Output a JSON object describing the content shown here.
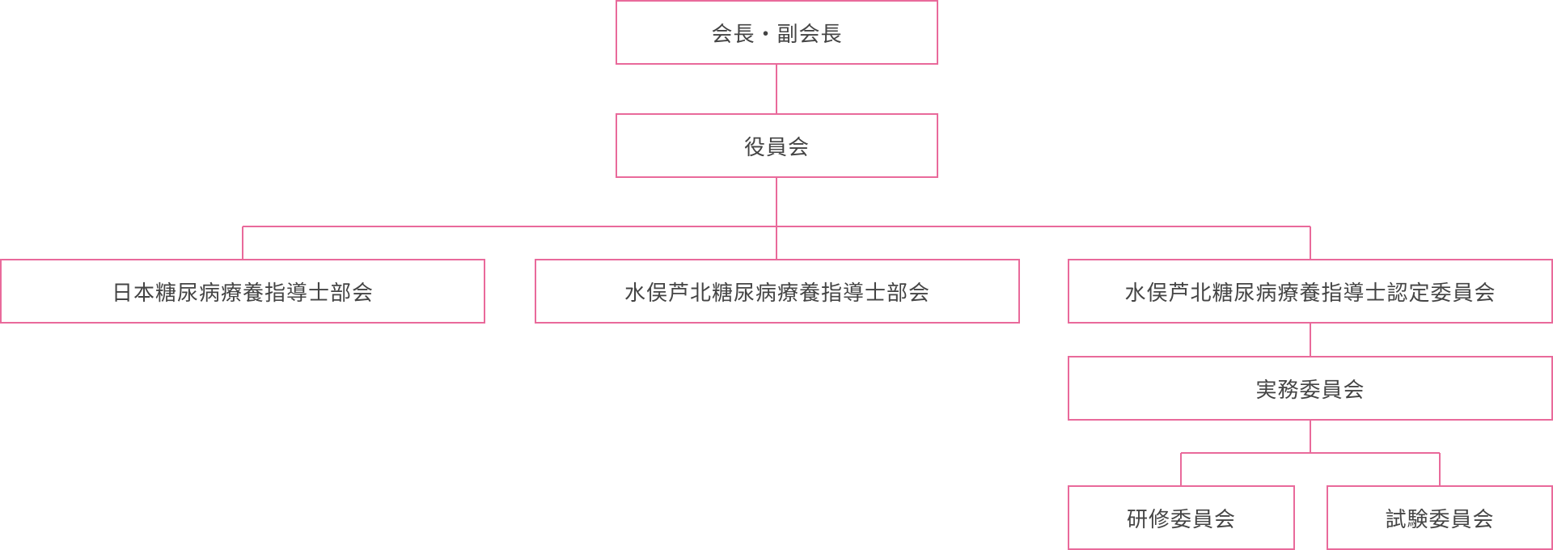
{
  "org_chart": {
    "nodes": {
      "chair": "会長・副会長",
      "board": "役員会",
      "jp_section": "日本糖尿病療養指導士部会",
      "minamata_section": "水俣芦北糖尿病療養指導士部会",
      "minamata_cert_committee": "水俣芦北糖尿病療養指導士認定委員会",
      "executive_committee": "実務委員会",
      "training_committee": "研修委員会",
      "exam_committee": "試験委員会"
    },
    "edges": [
      [
        "chair",
        "board"
      ],
      [
        "board",
        "jp_section"
      ],
      [
        "board",
        "minamata_section"
      ],
      [
        "board",
        "minamata_cert_committee"
      ],
      [
        "minamata_cert_committee",
        "executive_committee"
      ],
      [
        "executive_committee",
        "training_committee"
      ],
      [
        "executive_committee",
        "exam_committee"
      ]
    ],
    "colors": {
      "border": "#e96a9b",
      "connector": "#e96a9b",
      "text": "#444444",
      "background": "#ffffff"
    }
  }
}
